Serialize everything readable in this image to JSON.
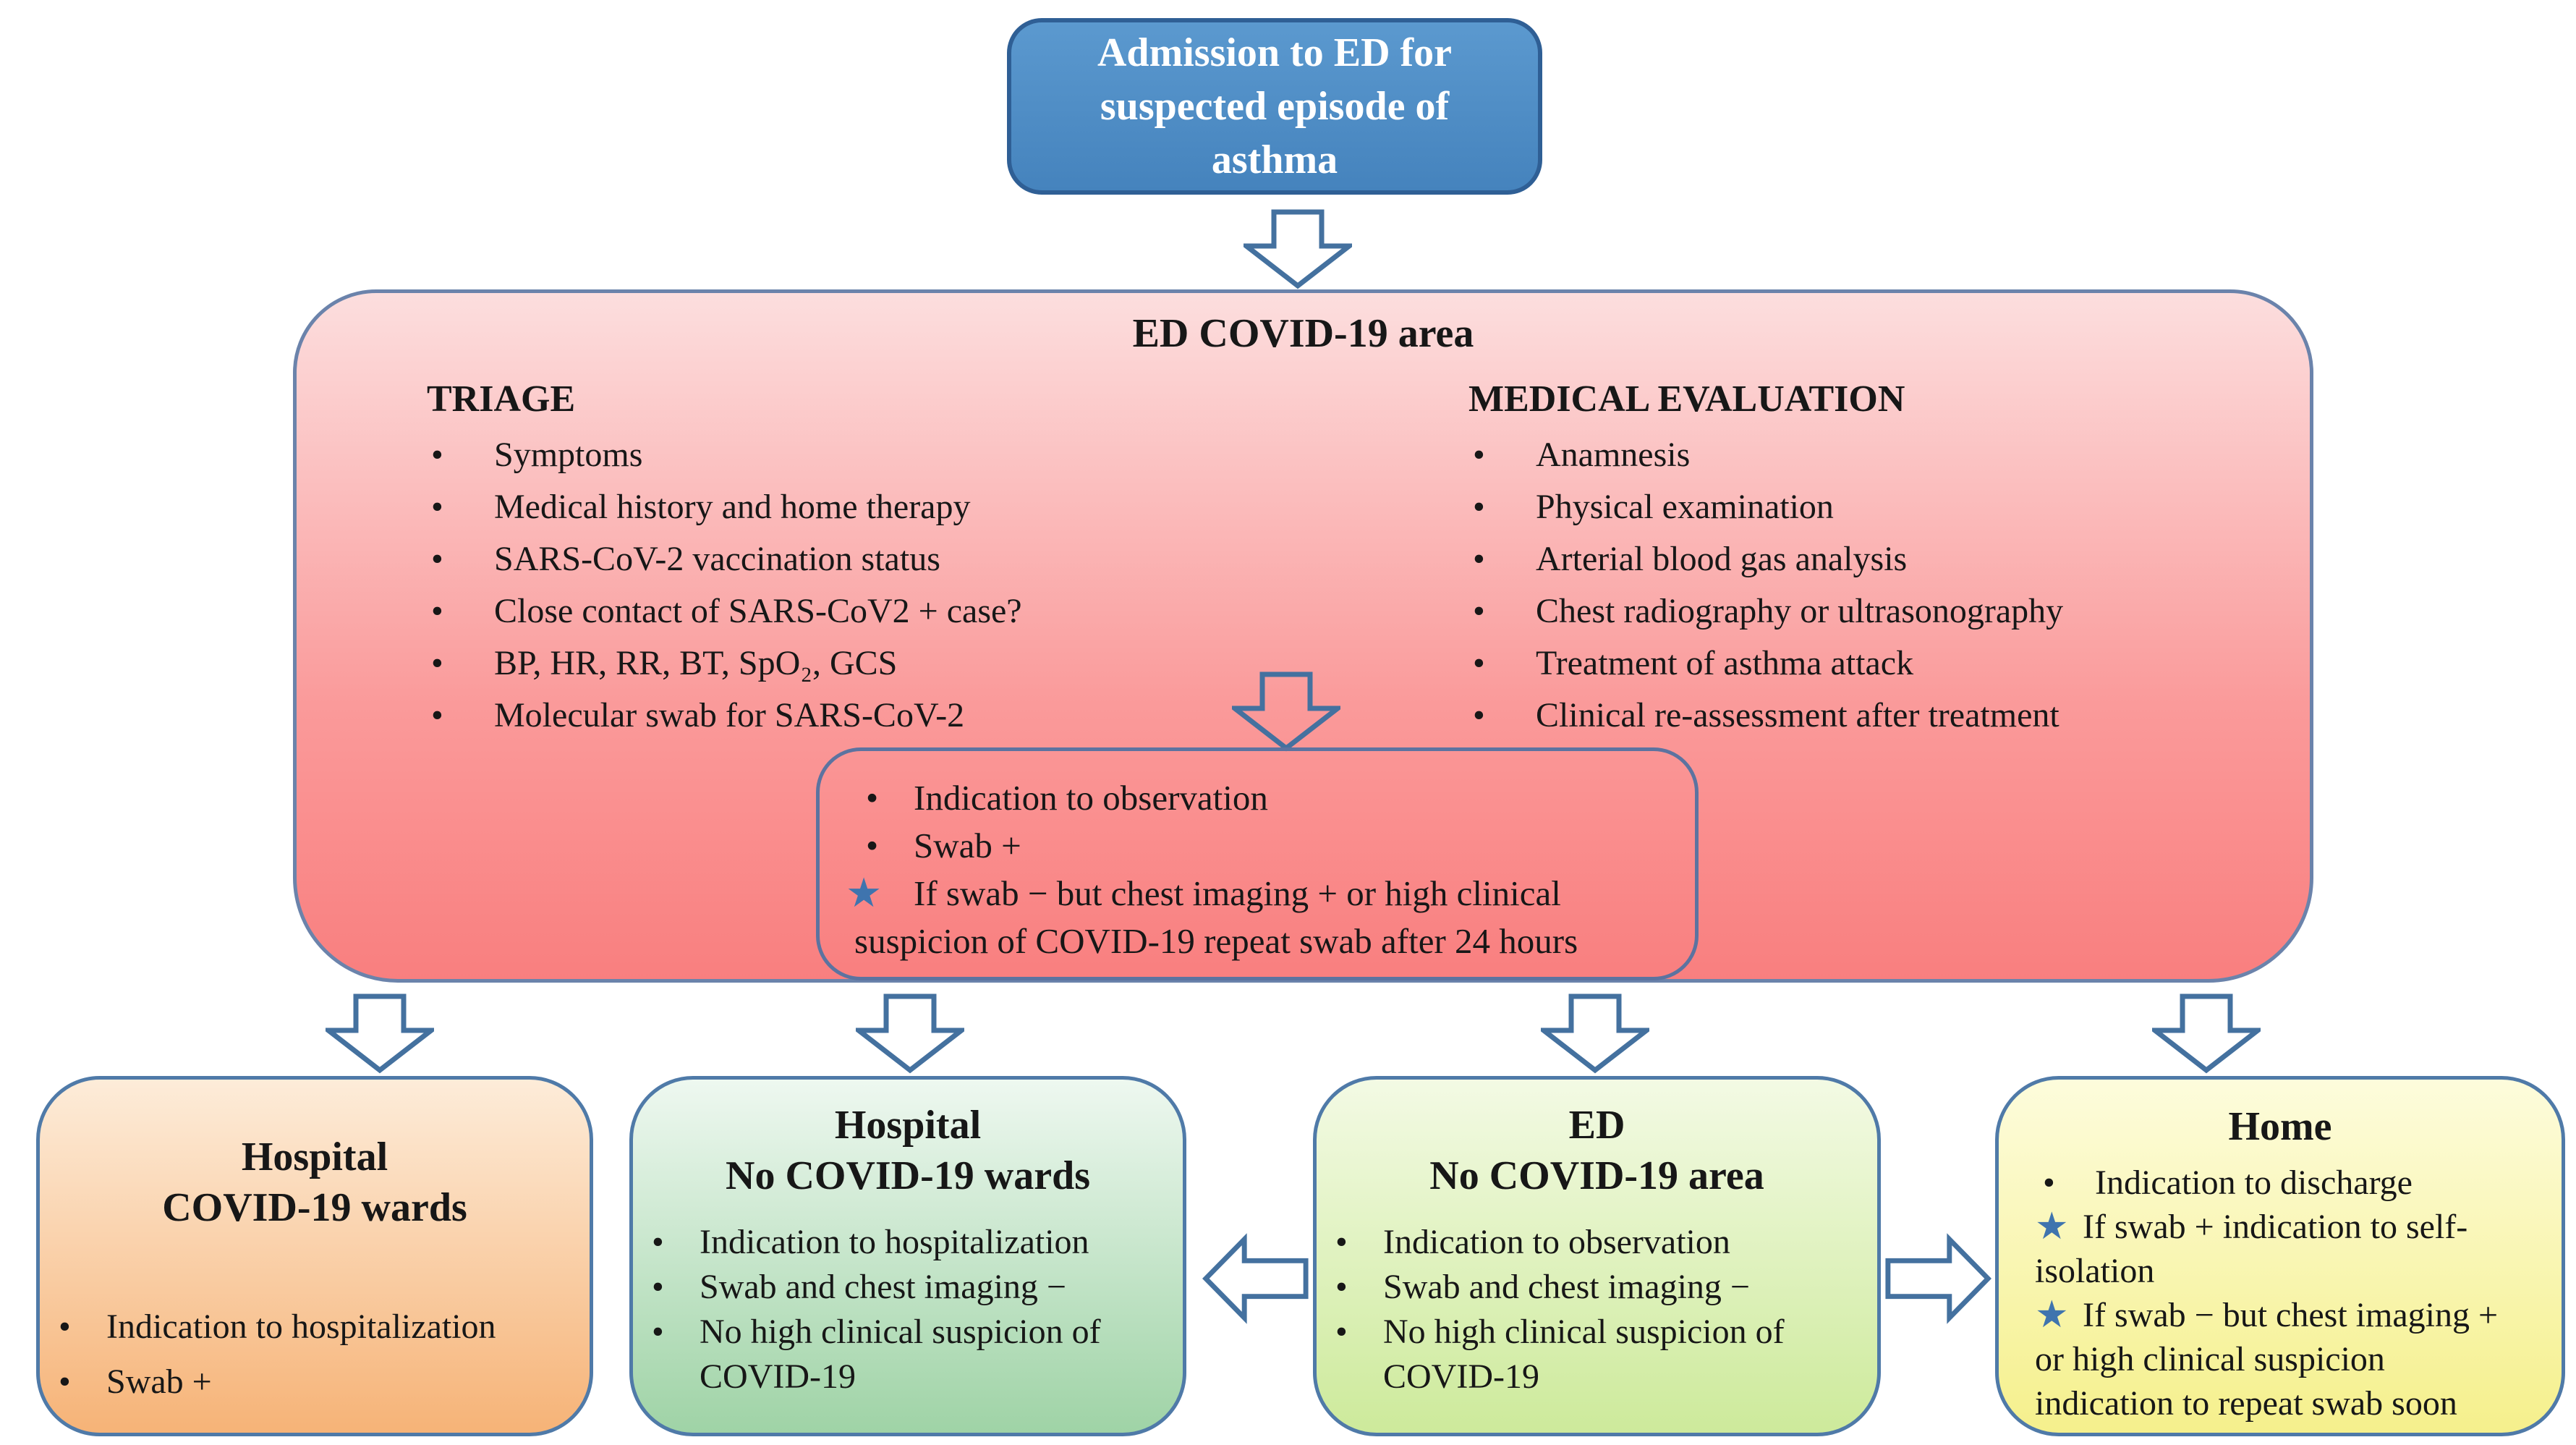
{
  "icons": {
    "bullet": "•",
    "star": "★"
  },
  "colors": {
    "canvas_bg": "#ffffff",
    "admission_fill_top": "#5b99cf",
    "admission_fill_bottom": "#4583bd",
    "admission_border": "#2f5f95",
    "admission_text": "#ffffff",
    "ed_area_fill_top": "#fcdede",
    "ed_area_fill_bottom": "#f97f7f",
    "ed_area_border": "#6b83ab",
    "observation_box_border": "#5c73a0",
    "outcome_border": "#4f7aa8",
    "hospital_covid_fill_top": "#fdecd9",
    "hospital_covid_fill_bottom": "#f6b377",
    "hospital_no_covid_fill_top": "#eef8f0",
    "hospital_no_covid_fill_bottom": "#9fd3a6",
    "ed_no_covid_fill_top": "#f3fae4",
    "ed_no_covid_fill_bottom": "#cdea9b",
    "home_fill_top": "#fdfcdc",
    "home_fill_bottom": "#f5f08c",
    "arrow_stroke": "#44719f",
    "star": "#3f74ae",
    "text": "#171717"
  },
  "admission_box": {
    "text": "Admission to ED for suspected episode of asthma"
  },
  "ed_area": {
    "title": "ED COVID-19 area",
    "triage": {
      "header": "TRIAGE",
      "items": [
        "Symptoms",
        "Medical history and home therapy",
        "SARS-CoV-2 vaccination status",
        "Close contact of SARS-CoV2 + case?",
        "BP, HR, RR, BT, SpO₂, GCS",
        "Molecular swab for SARS-CoV-2"
      ]
    },
    "medical_evaluation": {
      "header": "MEDICAL EVALUATION",
      "items": [
        "Anamnesis",
        "Physical examination",
        "Arterial blood gas analysis",
        "Chest radiography or ultrasonography",
        "Treatment of asthma attack",
        "Clinical re-assessment after treatment"
      ]
    },
    "observation_box": {
      "items": [
        {
          "marker": "bullet",
          "lines": [
            "Indication to observation"
          ]
        },
        {
          "marker": "bullet",
          "lines": [
            "Swab +"
          ]
        },
        {
          "marker": "star",
          "lines": [
            "If swab − but chest imaging + or high clinical",
            "suspicion of COVID-19 repeat swab after 24 hours"
          ]
        }
      ]
    }
  },
  "outcomes": [
    {
      "name": "hospital-covid-wards",
      "title_lines": [
        "Hospital",
        "COVID-19 wards"
      ],
      "items": [
        {
          "marker": "bullet",
          "lines": [
            "Indication to hospitalization"
          ]
        },
        {
          "marker": "bullet",
          "lines": [
            "Swab +"
          ]
        }
      ]
    },
    {
      "name": "hospital-no-covid-wards",
      "title_lines": [
        "Hospital",
        "No COVID-19 wards"
      ],
      "items": [
        {
          "marker": "bullet",
          "lines": [
            "Indication to hospitalization"
          ]
        },
        {
          "marker": "bullet",
          "lines": [
            "Swab and chest imaging −"
          ]
        },
        {
          "marker": "bullet",
          "lines": [
            "No high clinical suspicion of",
            "COVID-19"
          ]
        }
      ]
    },
    {
      "name": "ed-no-covid-area",
      "title_lines": [
        "ED",
        "No COVID-19 area"
      ],
      "items": [
        {
          "marker": "bullet",
          "lines": [
            "Indication to observation"
          ]
        },
        {
          "marker": "bullet",
          "lines": [
            "Swab and chest imaging −"
          ]
        },
        {
          "marker": "bullet",
          "lines": [
            "No high clinical suspicion of",
            "COVID-19"
          ]
        }
      ]
    },
    {
      "name": "home",
      "title_lines": [
        "Home"
      ],
      "items": [
        {
          "marker": "bullet",
          "lines": [
            "Indication to discharge"
          ]
        },
        {
          "marker": "star",
          "lines": [
            "If swab + indication to self-",
            "isolation"
          ]
        },
        {
          "marker": "star",
          "lines": [
            "If swab − but chest imaging +",
            "or high clinical suspicion",
            "indication to repeat swab soon"
          ]
        }
      ]
    }
  ]
}
